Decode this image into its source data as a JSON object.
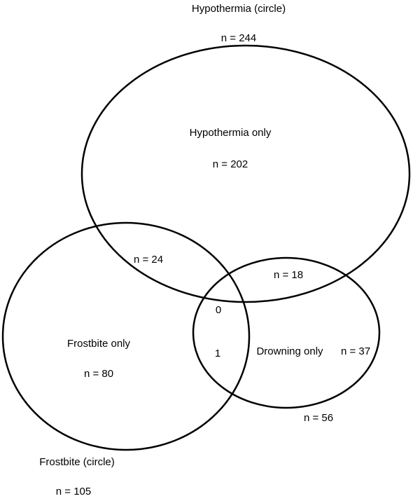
{
  "sets": {
    "hypothermia": {
      "title": "Hypothermia (circle)",
      "total": "n = 244",
      "only_label": "Hypothermia only",
      "only_n": "n = 202"
    },
    "frostbite": {
      "title": "Frostbite (circle)",
      "total": "n = 105",
      "only_label": "Frostbite only",
      "only_n": "n = 80"
    },
    "drowning": {
      "total": "n = 56",
      "only_label": "Drowning only",
      "only_n": "n = 37"
    }
  },
  "intersections": {
    "hypothermia_frostbite": "n = 24",
    "hypothermia_drowning": "n = 18",
    "all_three": "0",
    "frostbite_drowning": "1"
  },
  "colors": {
    "stroke": "#000000",
    "background": "#ffffff"
  }
}
